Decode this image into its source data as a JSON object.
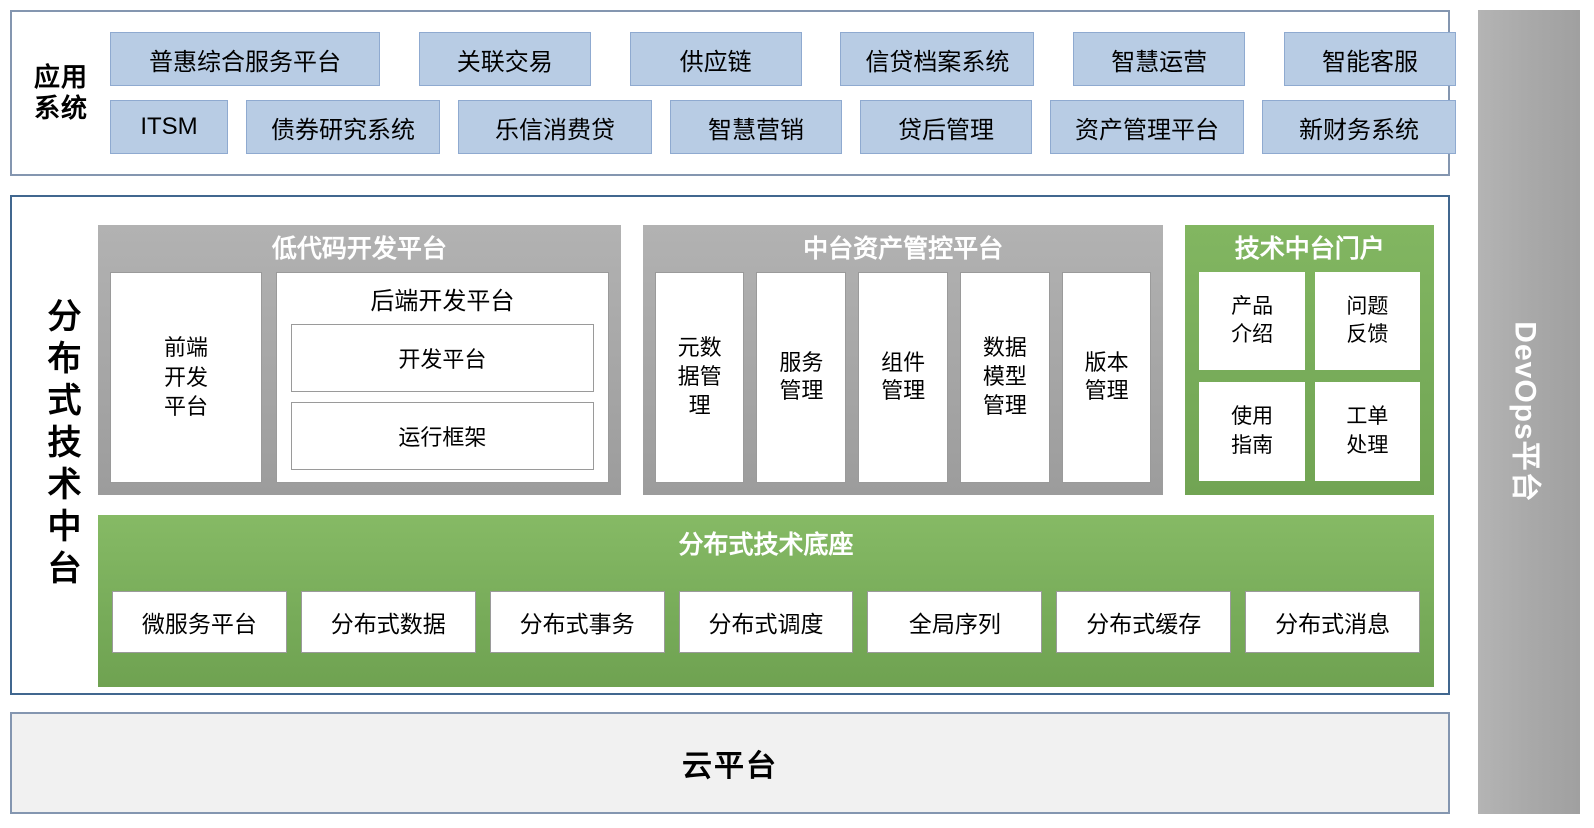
{
  "application_systems": {
    "label": "应用\n系统",
    "label_line1": "应用",
    "label_line2": "系统",
    "row1": [
      "普惠综合服务平台",
      "关联交易",
      "供应链",
      "信贷档案系统",
      "智慧运营",
      "智能客服"
    ],
    "row2": [
      "ITSM",
      "债券研究系统",
      "乐信消费贷",
      "智慧营销",
      "贷后管理",
      "资产管理平台",
      "新财务系统"
    ]
  },
  "middle_platform": {
    "side_label": "分布式技术中台",
    "lowcode_platform": {
      "title": "低代码开发平台",
      "frontend": "前端\n开发\n平台",
      "frontend_lines": [
        "前端",
        "开发",
        "平台"
      ],
      "backend_title": "后端开发平台",
      "backend_items": [
        "开发平台",
        "运行框架"
      ]
    },
    "asset_platform": {
      "title": "中台资产管控平台",
      "items": [
        "元数\n据管\n理",
        "服务\n管理",
        "组件\n管理",
        "数据\n模型\n管理",
        "版本\n管理"
      ],
      "items_lines": [
        [
          "元数",
          "据管",
          "理"
        ],
        [
          "服务",
          "管理"
        ],
        [
          "组件",
          "管理"
        ],
        [
          "数据",
          "模型",
          "管理"
        ],
        [
          "版本",
          "管理"
        ]
      ]
    },
    "tech_portal": {
      "title": "技术中台门户",
      "items_lines": [
        [
          "产品",
          "介绍"
        ],
        [
          "问题",
          "反馈"
        ],
        [
          "使用",
          "指南"
        ],
        [
          "工单",
          "处理"
        ]
      ]
    },
    "tech_base": {
      "title": "分布式技术底座",
      "items": [
        "微服务平台",
        "分布式数据",
        "分布式事务",
        "分布式调度",
        "全局序列",
        "分布式缓存",
        "分布式消息"
      ]
    }
  },
  "cloud_platform": {
    "title": "云平台"
  },
  "devops": {
    "title": "DevOps平台"
  },
  "colors": {
    "app_chip_fill": "#b8cce4",
    "app_chip_border": "#8faad0",
    "gray_panel": "#a6a6a6",
    "green_panel": "#77ab59",
    "card_border_blue": "#41678f",
    "card_border_light": "#8496b0",
    "cloud_fill": "#f1f1f1",
    "devops_fill": "#a9a9a9"
  }
}
